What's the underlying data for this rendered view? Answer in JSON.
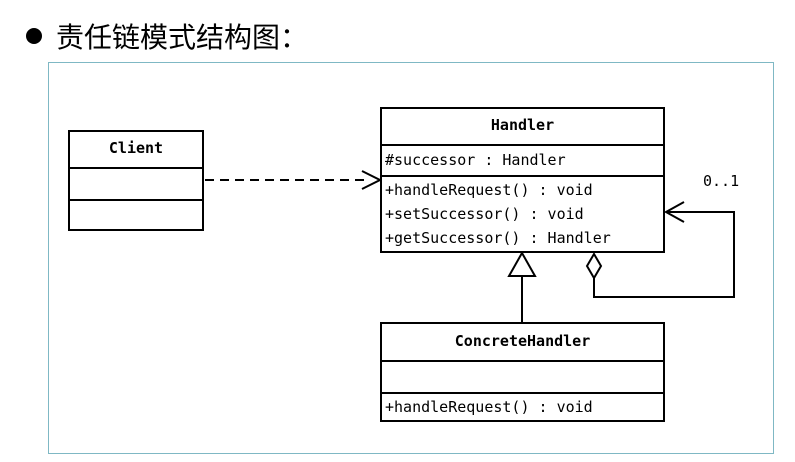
{
  "heading": {
    "bullet_icon": "filled-circle",
    "title": "责任链模式结构图："
  },
  "diagram": {
    "client": {
      "name": "Client"
    },
    "handler": {
      "name": "Handler",
      "attributes": [
        "#successor : Handler"
      ],
      "operations": [
        "+handleRequest() : void",
        "+setSuccessor() : void",
        "+getSuccessor() : Handler"
      ]
    },
    "concrete_handler": {
      "name": "ConcreteHandler",
      "operations": [
        "+handleRequest() : void"
      ]
    },
    "self_association_multiplicity": "0..1",
    "colors": {
      "frame_border": "#7fb8c4",
      "lines": "#000000"
    }
  }
}
